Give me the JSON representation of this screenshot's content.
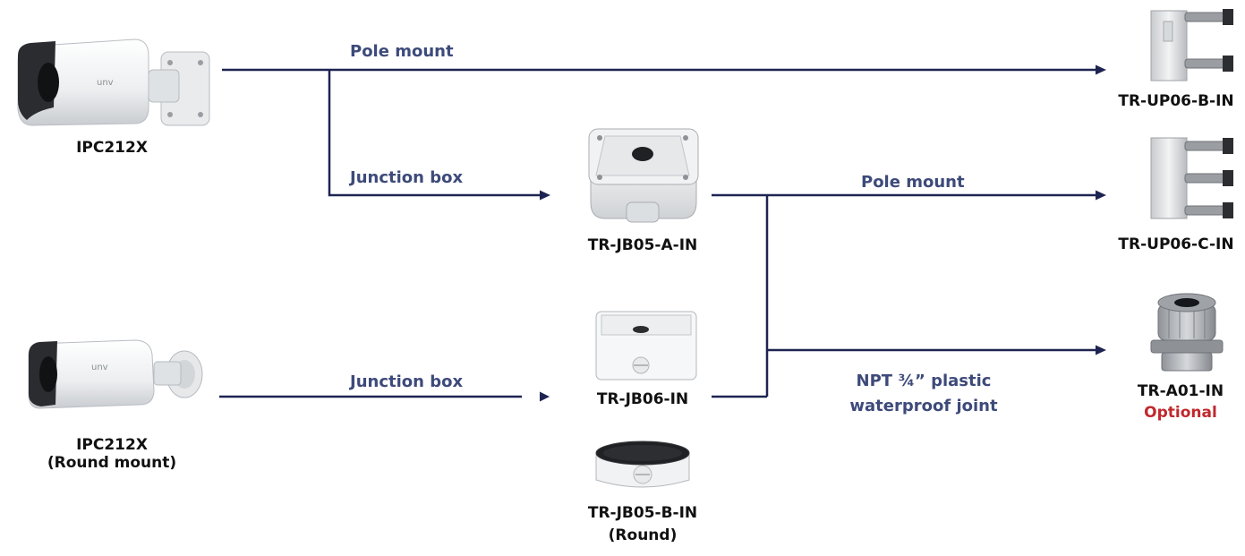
{
  "colors": {
    "line": "#1e2451",
    "flow_label": "#3d4a7a",
    "product_label": "#111111",
    "optional": "#c0282d"
  },
  "cameras": {
    "bullet_1": {
      "name": "IPC212X",
      "brand": "unv"
    },
    "bullet_2": {
      "name": "IPC212X",
      "sub": "(Round mount)",
      "brand": "unv"
    }
  },
  "flows": {
    "pole_mount_top": "Pole mount",
    "junction_box_top": "Junction box",
    "pole_mount_mid": "Pole mount",
    "junction_box_bottom": "Junction box",
    "npt_line1": "NPT ¾” plastic",
    "npt_line2": "waterproof joint"
  },
  "products": {
    "jb05a": "TR-JB05-A-IN",
    "jb06": "TR-JB06-IN",
    "jb05b": "TR-JB05-B-IN",
    "jb05b_sub": "(Round)",
    "up06b": "TR-UP06-B-IN",
    "up06c": "TR-UP06-C-IN",
    "a01": "TR-A01-IN",
    "a01_note": "Optional"
  }
}
